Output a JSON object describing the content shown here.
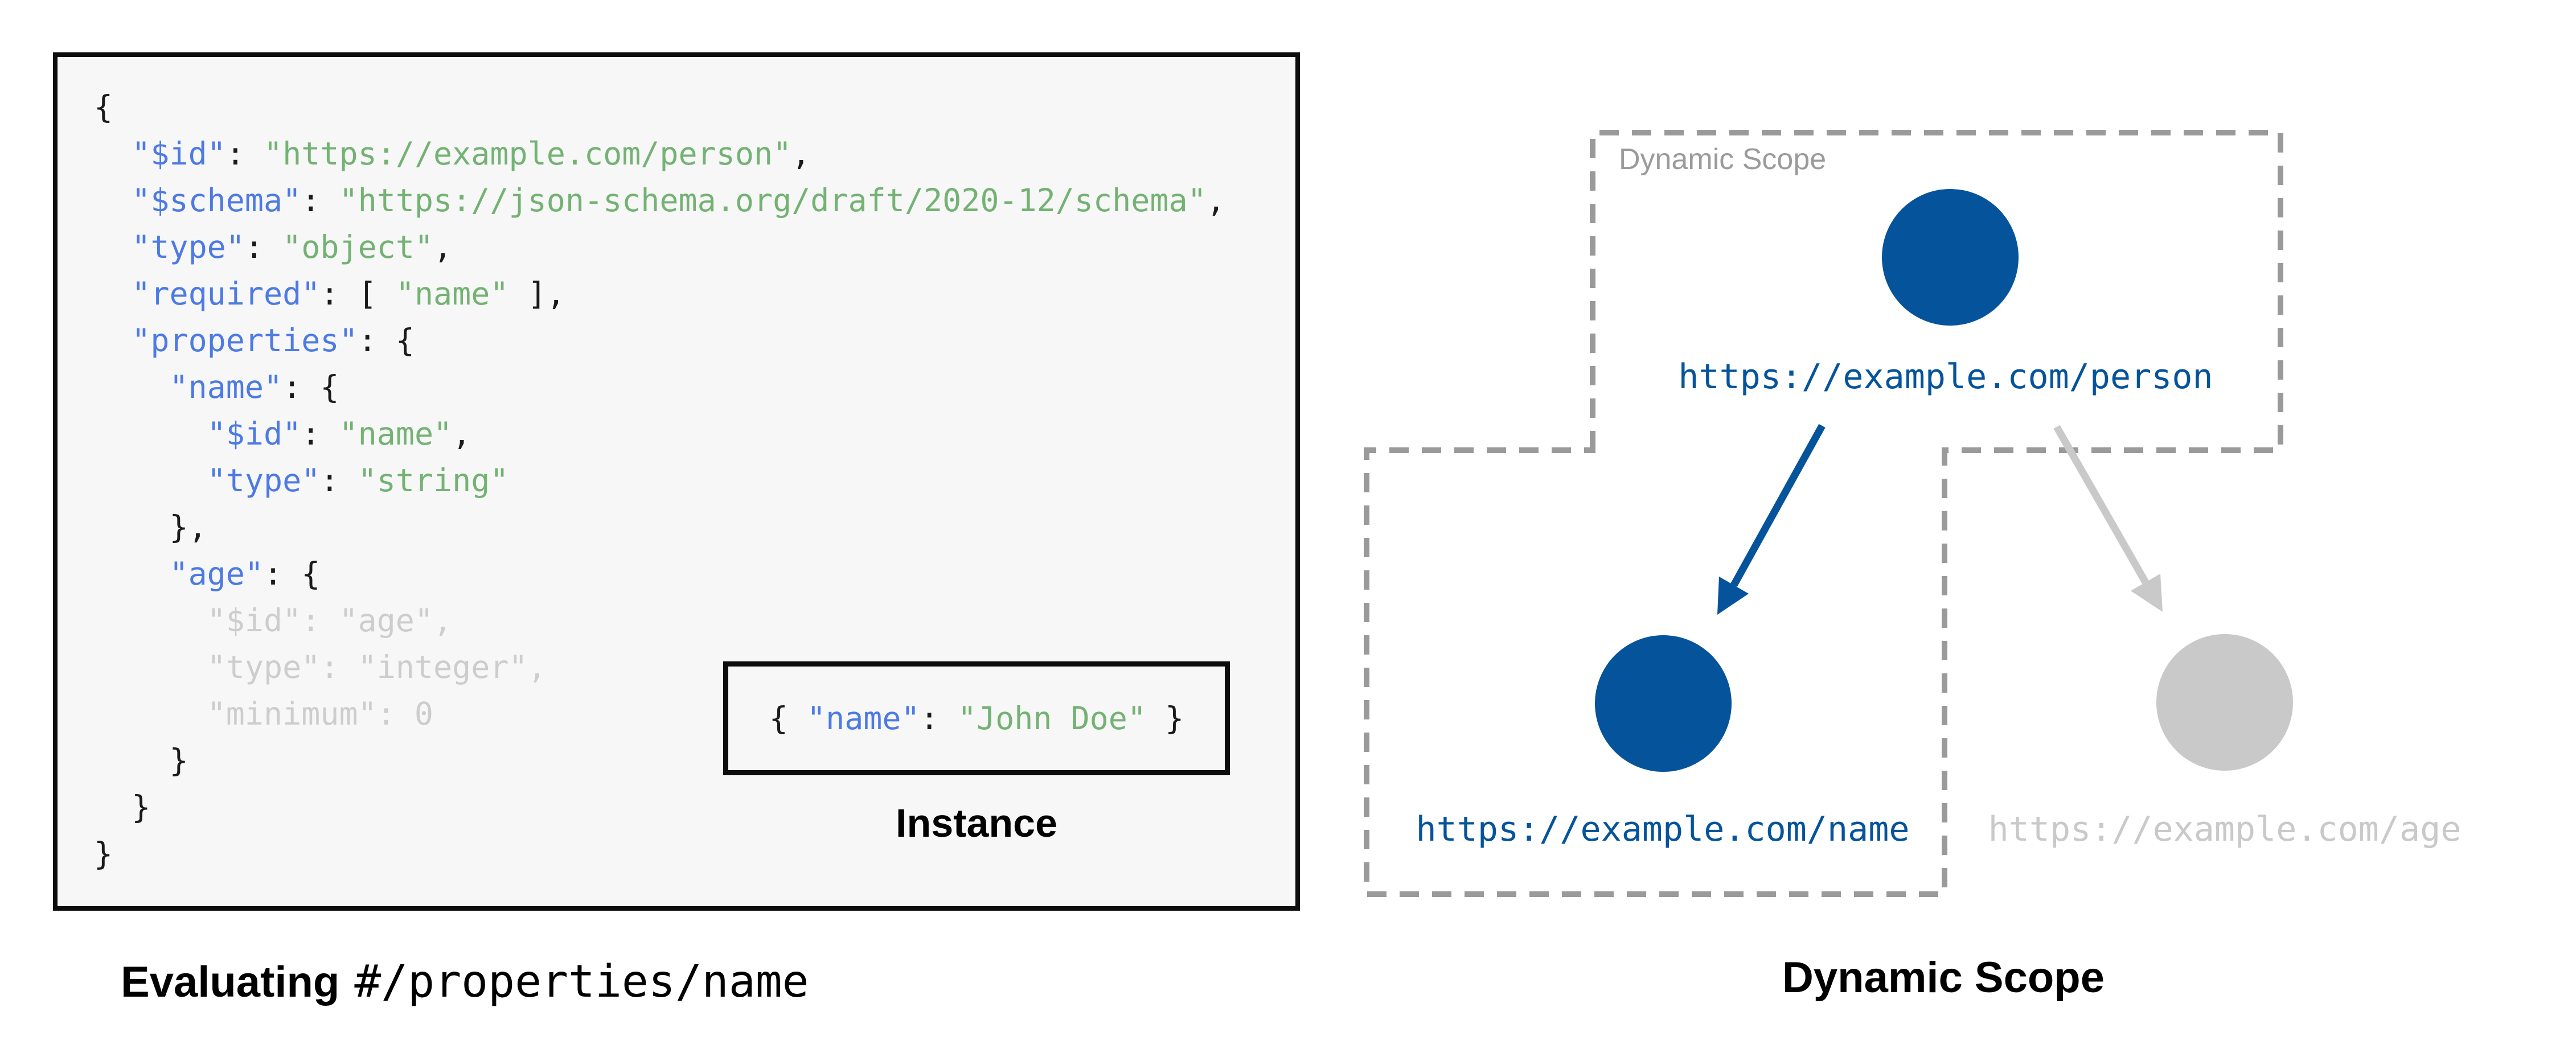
{
  "colors": {
    "navy": "#05549B",
    "key_blue": "#4D7AE3",
    "string_green": "#74B274",
    "faded_gray": "#CDCDCD",
    "light_gray": "#C9C9C9",
    "dash_gray": "#9A9A9A",
    "label_gray": "#9B9B9B",
    "code_bg": "#F7F7F7",
    "box_border": "#0D0D0D"
  },
  "left_panel": {
    "code": {
      "lines": [
        [
          [
            "p",
            "{"
          ]
        ],
        [
          [
            "p",
            "  "
          ],
          [
            "k",
            "\"$id\""
          ],
          [
            "p",
            ": "
          ],
          [
            "s",
            "\"https://example.com/person\""
          ],
          [
            "p",
            ","
          ]
        ],
        [
          [
            "p",
            "  "
          ],
          [
            "k",
            "\"$schema\""
          ],
          [
            "p",
            ": "
          ],
          [
            "s",
            "\"https://json-schema.org/draft/2020-12/schema\""
          ],
          [
            "p",
            ","
          ]
        ],
        [
          [
            "p",
            "  "
          ],
          [
            "k",
            "\"type\""
          ],
          [
            "p",
            ": "
          ],
          [
            "s",
            "\"object\""
          ],
          [
            "p",
            ","
          ]
        ],
        [
          [
            "p",
            "  "
          ],
          [
            "k",
            "\"required\""
          ],
          [
            "p",
            ": [ "
          ],
          [
            "s",
            "\"name\""
          ],
          [
            "p",
            " ],"
          ]
        ],
        [
          [
            "p",
            "  "
          ],
          [
            "k",
            "\"properties\""
          ],
          [
            "p",
            ": {"
          ]
        ],
        [
          [
            "p",
            "    "
          ],
          [
            "k",
            "\"name\""
          ],
          [
            "p",
            ": {"
          ]
        ],
        [
          [
            "p",
            "      "
          ],
          [
            "k",
            "\"$id\""
          ],
          [
            "p",
            ": "
          ],
          [
            "s",
            "\"name\""
          ],
          [
            "p",
            ","
          ]
        ],
        [
          [
            "p",
            "      "
          ],
          [
            "k",
            "\"type\""
          ],
          [
            "p",
            ": "
          ],
          [
            "s",
            "\"string\""
          ]
        ],
        [
          [
            "p",
            "    },"
          ]
        ],
        [
          [
            "p",
            "    "
          ],
          [
            "k",
            "\"age\""
          ],
          [
            "p",
            ": {"
          ]
        ],
        [
          [
            "f",
            "      \"$id\": \"age\","
          ]
        ],
        [
          [
            "f",
            "      \"type\": \"integer\","
          ]
        ],
        [
          [
            "f",
            "      \"minimum\": 0"
          ]
        ],
        [
          [
            "p",
            "    }"
          ]
        ],
        [
          [
            "p",
            "  }"
          ]
        ],
        [
          [
            "p",
            "}"
          ]
        ]
      ]
    },
    "instance": {
      "code": [
        [
          "p",
          "{ "
        ],
        [
          "k",
          "\"name\""
        ],
        [
          "p",
          ": "
        ],
        [
          "s",
          "\"John Doe\""
        ],
        [
          "p",
          " }"
        ]
      ],
      "label": "Instance"
    },
    "caption": {
      "bold": "Evaluating",
      "mono": "#/properties/name"
    }
  },
  "right_panel": {
    "scope_label": "Dynamic Scope",
    "nodes": {
      "person": {
        "url": "https://example.com/person"
      },
      "name": {
        "url": "https://example.com/name"
      },
      "age": {
        "url": "https://example.com/age"
      }
    },
    "caption": "Dynamic Scope"
  }
}
